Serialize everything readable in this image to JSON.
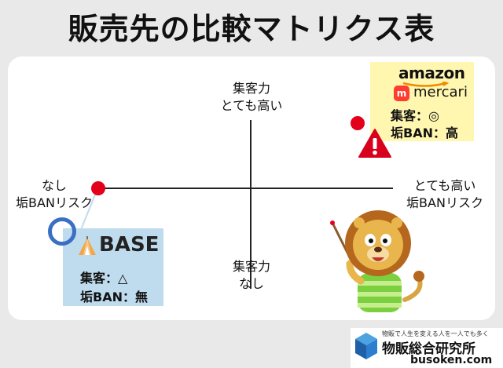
{
  "title": "販売先の比較マトリクス表",
  "axes": {
    "top": "集客力\nとても高い",
    "bottom": "集客力\nなし",
    "left": "なし\n垢BANリスク",
    "right": "とても高い\n垢BANリスク"
  },
  "amazon_box": {
    "logo1": "amazon",
    "logo2": "mercari",
    "line1": "集客：◎",
    "line2": "垢BAN：高"
  },
  "base_box": {
    "logo": "BASE",
    "line1": "集客：△",
    "line2": "垢BAN：無"
  },
  "footer": {
    "tagline": "物販で人生を変える人を一人でも多く",
    "name": "物販総合研究所",
    "url": "busoken.com"
  },
  "colors": {
    "dot": "#e2001a",
    "amazon_box_bg": "#fff7b0",
    "base_box_bg": "#bfdcee",
    "circle": "#3a6fc4",
    "warning": "#d8001c"
  },
  "icons": [
    "warning-icon",
    "circle-icon",
    "tent-icon",
    "lion-mascot",
    "busoken-logo"
  ]
}
